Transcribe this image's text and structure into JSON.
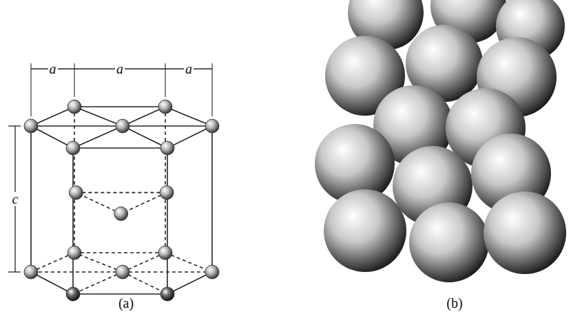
{
  "diagram": {
    "labels": [
      "a",
      "a",
      "a",
      "c",
      "(a)",
      "(b)"
    ]
  }
}
